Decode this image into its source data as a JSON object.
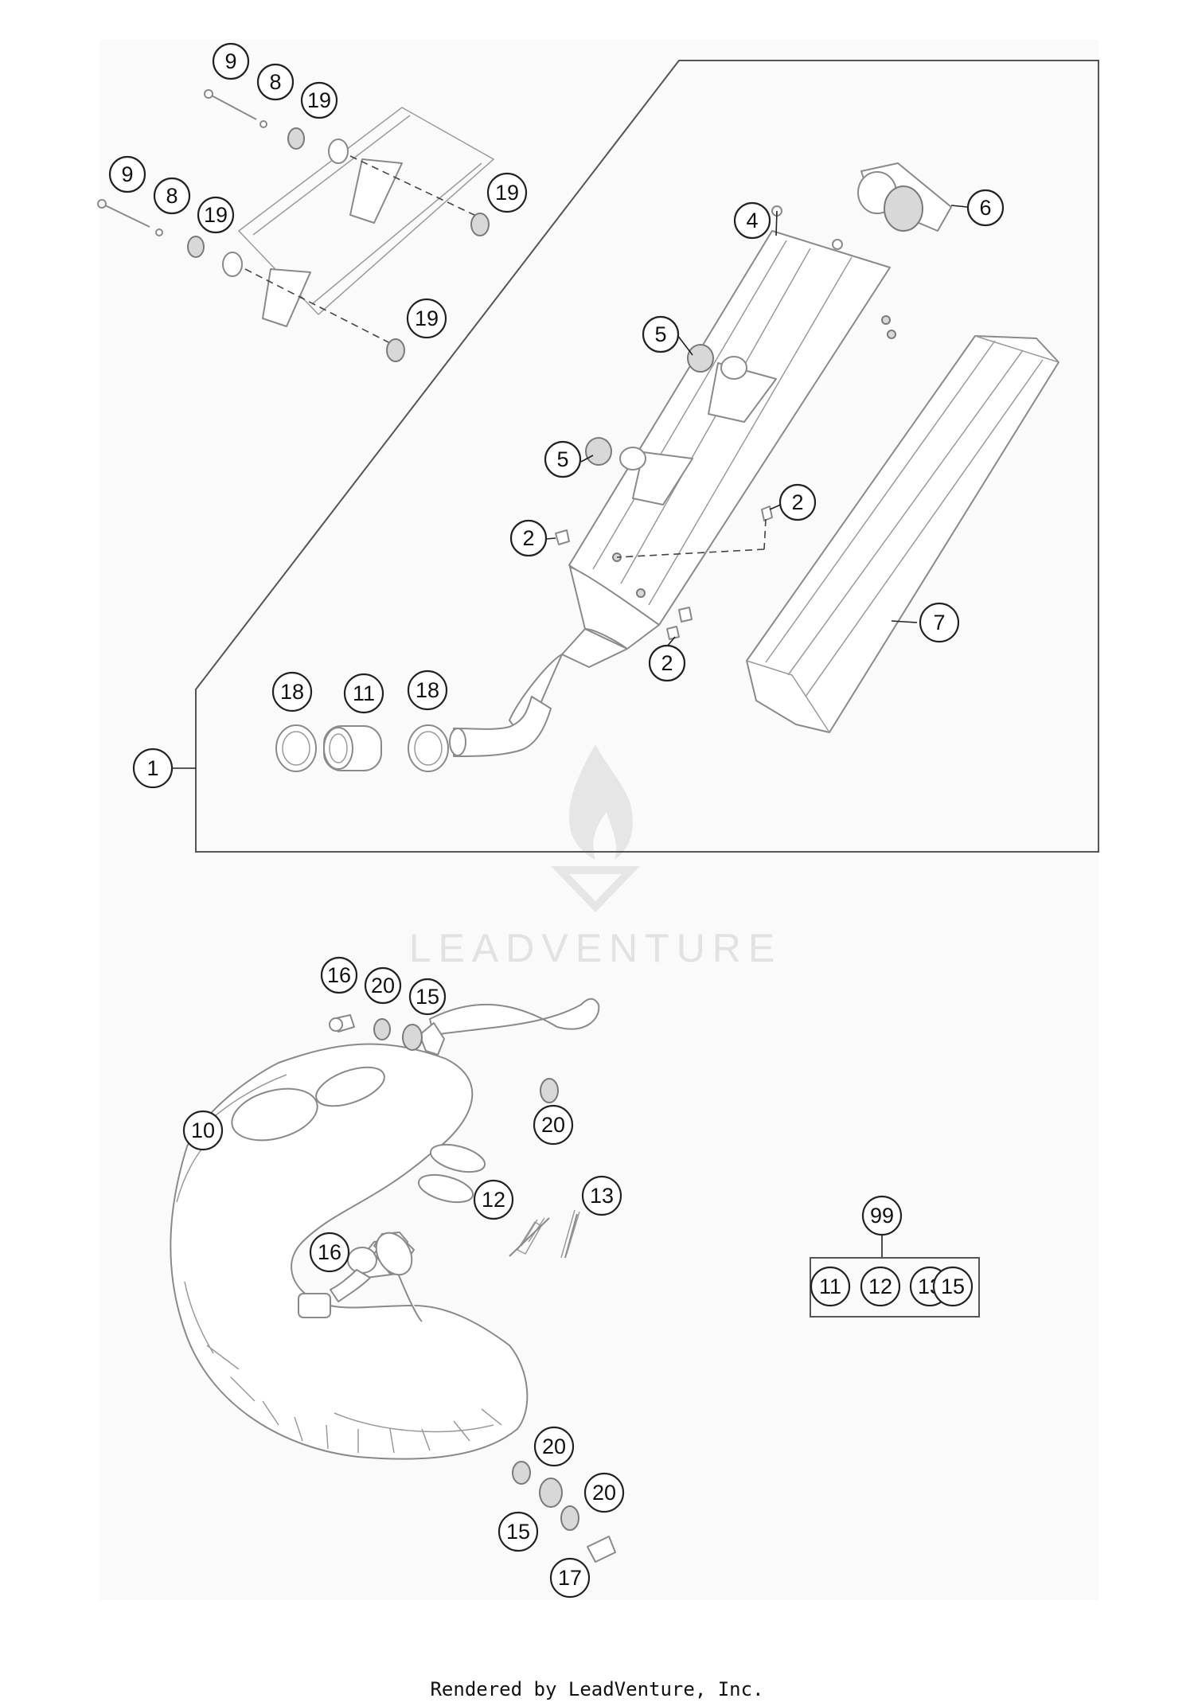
{
  "watermark": {
    "text": "LEADVENTURE"
  },
  "footer": {
    "text": "Rendered by LeadVenture, Inc."
  },
  "callouts": {
    "c1": "1",
    "c2a": "2",
    "c2b": "2",
    "c2c": "2",
    "c4": "4",
    "c5a": "5",
    "c5b": "5",
    "c6": "6",
    "c7": "7",
    "c8a": "8",
    "c8b": "8",
    "c9a": "9",
    "c9b": "9",
    "c10": "10",
    "c11": "11",
    "c12": "12",
    "c13": "13",
    "c15a": "15",
    "c15b": "15",
    "c16a": "16",
    "c16b": "16",
    "c17": "17",
    "c18a": "18",
    "c18b": "18",
    "c19a": "19",
    "c19b": "19",
    "c19c": "19",
    "c19d": "19",
    "c20a": "20",
    "c20b": "20",
    "c20c": "20",
    "c20d": "20",
    "c99": "99"
  },
  "kit": {
    "items": [
      "11",
      "12",
      "13",
      "15"
    ]
  }
}
